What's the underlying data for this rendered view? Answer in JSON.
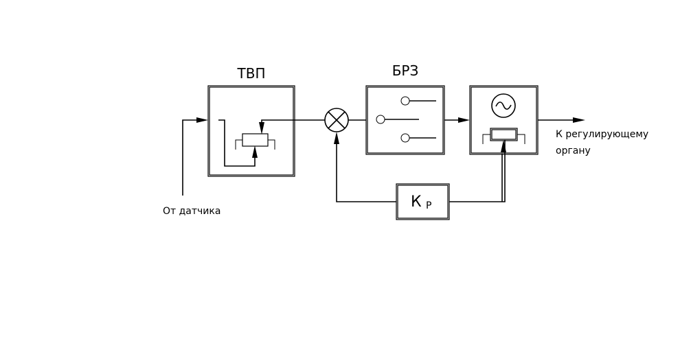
{
  "blocks": {
    "tvp": {
      "label": "ТВП"
    },
    "brz": {
      "label": "БРЗ"
    },
    "kp": {
      "main": "К",
      "sub": "Р"
    }
  },
  "labels": {
    "input": "От датчика",
    "output_line1": "К регулирующему",
    "output_line2": "органу"
  }
}
